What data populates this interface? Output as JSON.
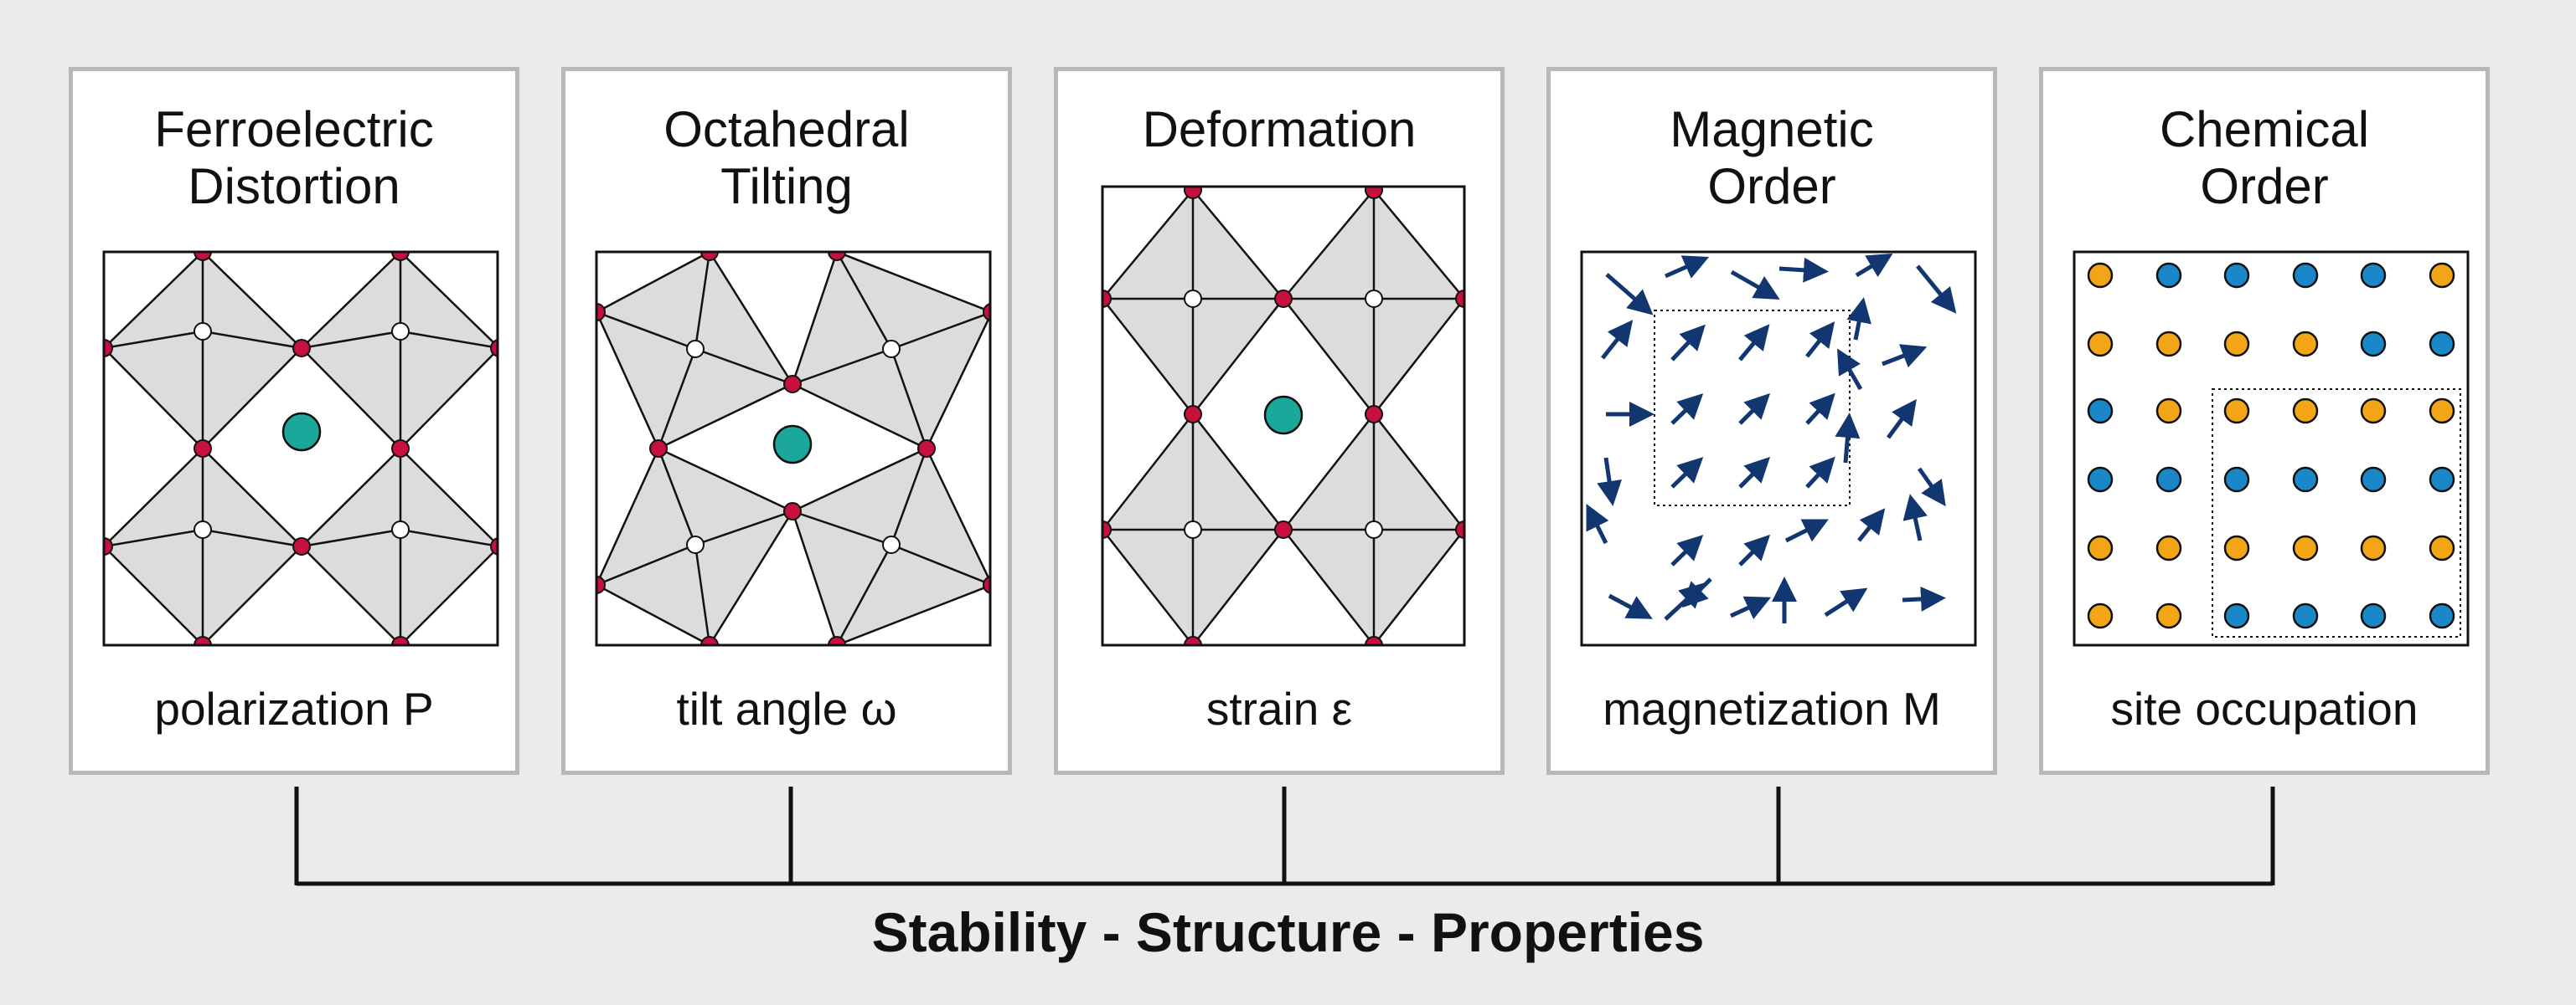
{
  "panels": [
    {
      "title_lines": [
        "Ferroelectric",
        "Distortion"
      ],
      "caption": "polarization P",
      "illustration": "distorted-octahedra-lattice"
    },
    {
      "title_lines": [
        "Octahedral",
        "Tilting"
      ],
      "caption": "tilt angle ω",
      "illustration": "tilted-octahedra-lattice"
    },
    {
      "title_lines": [
        "Deformation"
      ],
      "caption": "strain ε",
      "illustration": "strained-octahedra-lattice"
    },
    {
      "title_lines": [
        "Magnetic",
        "Order"
      ],
      "caption": "magnetization M",
      "illustration": "spin-arrow-field"
    },
    {
      "title_lines": [
        "Chemical",
        "Order"
      ],
      "caption": "site occupation",
      "illustration": "two-species-site-grid"
    }
  ],
  "footer": "Stability - Structure - Properties",
  "colors": {
    "background": "#ebebeb",
    "panel_border": "#b8b8b8",
    "octahedron_fill": "#dcdcdc",
    "anion": "#c8103e",
    "center_atom": "#1ba89a",
    "spin_arrow": "#123770",
    "species_a": "#f2a516",
    "species_b": "#1a88c8"
  },
  "chemical_order_grid": [
    [
      "a",
      "b",
      "b",
      "b",
      "b",
      "a"
    ],
    [
      "a",
      "a",
      "a",
      "a",
      "b",
      "b"
    ],
    [
      "b",
      "a",
      "a",
      "a",
      "a",
      "a"
    ],
    [
      "b",
      "b",
      "b",
      "b",
      "b",
      "b"
    ],
    [
      "a",
      "a",
      "a",
      "a",
      "a",
      "a"
    ],
    [
      "a",
      "a",
      "b",
      "b",
      "b",
      "b"
    ]
  ]
}
